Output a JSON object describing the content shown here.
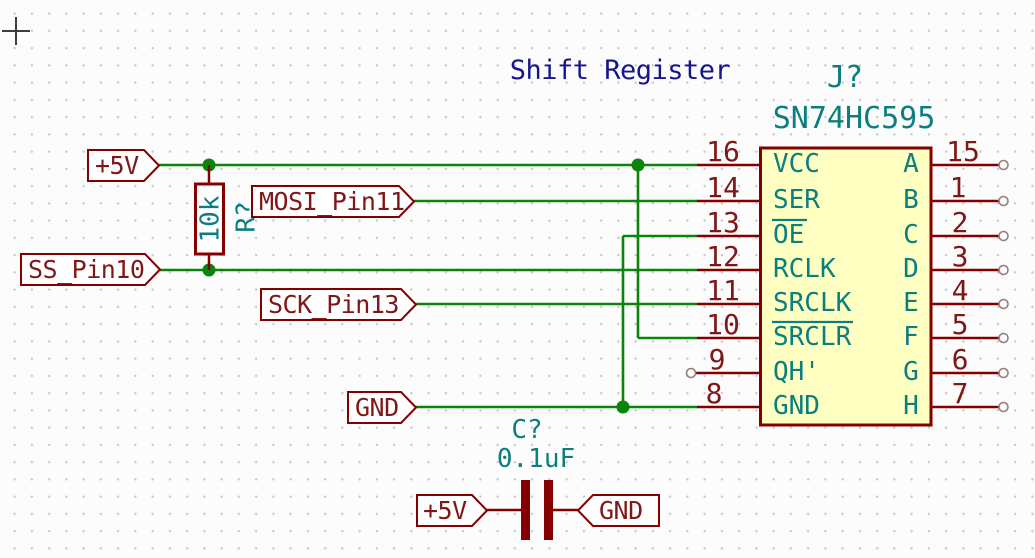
{
  "title": "Shift Register",
  "ic": {
    "reference": "J?",
    "value": "SN74HC595",
    "left_pins": [
      {
        "number": "16",
        "name": "VCC"
      },
      {
        "number": "14",
        "name": "SER"
      },
      {
        "number": "13",
        "name": "OE",
        "overline": true
      },
      {
        "number": "12",
        "name": "RCLK"
      },
      {
        "number": "11",
        "name": "SRCLK"
      },
      {
        "number": "10",
        "name": "SRCLR",
        "overline": true
      },
      {
        "number": "9",
        "name": "QH'"
      },
      {
        "number": "8",
        "name": "GND"
      }
    ],
    "right_pins": [
      {
        "number": "15",
        "name": "A"
      },
      {
        "number": "1",
        "name": "B"
      },
      {
        "number": "2",
        "name": "C"
      },
      {
        "number": "3",
        "name": "D"
      },
      {
        "number": "4",
        "name": "E"
      },
      {
        "number": "5",
        "name": "F"
      },
      {
        "number": "6",
        "name": "G"
      },
      {
        "number": "7",
        "name": "H"
      }
    ]
  },
  "resistor": {
    "reference": "R?",
    "value": "10k"
  },
  "capacitor": {
    "reference": "C?",
    "value": "0.1uF"
  },
  "net_labels": {
    "plus5v_top": "+5V",
    "mosi": "MOSI_Pin11",
    "ss": "SS_Pin10",
    "sck": "SCK_Pin13",
    "gnd_mid": "GND",
    "plus5v_bottom": "+5V",
    "gnd_bottom": "GND"
  },
  "colors": {
    "wire_green": "#0a840a",
    "component_red": "#840000",
    "field_teal": "#0b7f7f",
    "notes_blue": "#16168c",
    "ic_fill": "#ffffc2"
  }
}
